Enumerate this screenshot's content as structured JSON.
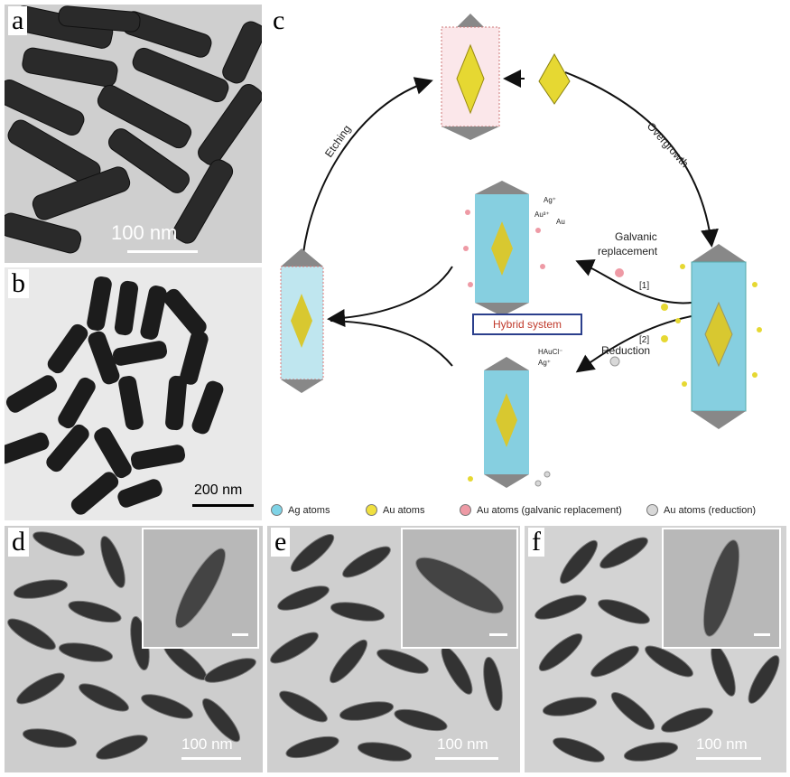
{
  "panels": {
    "a": {
      "letter": "a",
      "scale": "100 nm"
    },
    "b": {
      "letter": "b",
      "scale": "200 nm"
    },
    "c": {
      "letter": "c"
    },
    "d": {
      "letter": "d",
      "scale": "100 nm"
    },
    "e": {
      "letter": "e",
      "scale": "100 nm"
    },
    "f": {
      "letter": "f",
      "scale": "100 nm"
    }
  },
  "diagram": {
    "etching": "Etching",
    "overgrowth": "Overgrowth",
    "galvanic": "Galvanic\nreplacement",
    "galvanic_l1": "Galvanic",
    "galvanic_l2": "replacement",
    "step1": "[1]",
    "step2": "[2]",
    "reduction": "Reduction",
    "hybrid": "Hybrid system",
    "ag_plus": "Ag⁺",
    "au3_plus": "Au³⁺",
    "au_small": "Au",
    "haucl": "HAuCl⁻",
    "ag_small": "Ag⁺"
  },
  "legend": [
    {
      "label": "Ag atoms",
      "color": "#7fd3e6"
    },
    {
      "label": "Au atoms",
      "color": "#f0e040"
    },
    {
      "label": "Au atoms (galvanic replacement)",
      "color": "#ee9aa5"
    },
    {
      "label": "Au atoms (reduction)",
      "color": "#d8d8d8"
    }
  ]
}
